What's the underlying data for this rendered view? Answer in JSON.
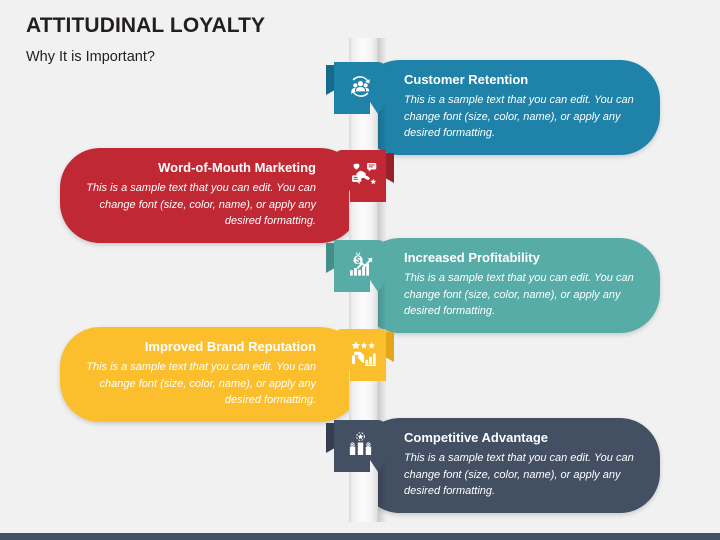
{
  "slide": {
    "title": "ATTITUDINAL LOYALTY",
    "subtitle": "Why It is Important?",
    "background_color": "#f1f1f1",
    "bottom_bar_color": "#434f63",
    "sample_body_text": "This is a sample text that you can edit. You can change font (size, color, name), or apply any desired formatting."
  },
  "items": [
    {
      "heading": "Customer Retention",
      "body": "This is a sample text that you can edit. You can change font (size, color, name), or apply any desired formatting.",
      "color": "#1f82a9",
      "fold_color": "#176a8b",
      "side": "right",
      "icon": "customer-retention-icon"
    },
    {
      "heading": "Word-of-Mouth Marketing",
      "body": "This is a sample text that you can edit. You can change font (size, color, name), or apply any desired formatting.",
      "color": "#c02834",
      "fold_color": "#99202a",
      "side": "left",
      "icon": "word-of-mouth-icon"
    },
    {
      "heading": "Increased Profitability",
      "body": "This is a sample text that you can edit. You can change font (size, color, name), or apply any desired formatting.",
      "color": "#58aca8",
      "fold_color": "#458d89",
      "side": "right",
      "icon": "profit-growth-icon"
    },
    {
      "heading": "Improved Brand Reputation",
      "body": "This is a sample text that you can edit. You can change font (size, color, name), or apply any desired formatting.",
      "color": "#fbbf2e",
      "fold_color": "#e2a618",
      "side": "left",
      "icon": "brand-rating-icon"
    },
    {
      "heading": "Competitive Advantage",
      "body": "This is a sample text that you can edit. You can change font (size, color, name), or apply any desired formatting.",
      "color": "#434f63",
      "fold_color": "#343e4f",
      "side": "right",
      "icon": "podium-winner-icon"
    }
  ]
}
